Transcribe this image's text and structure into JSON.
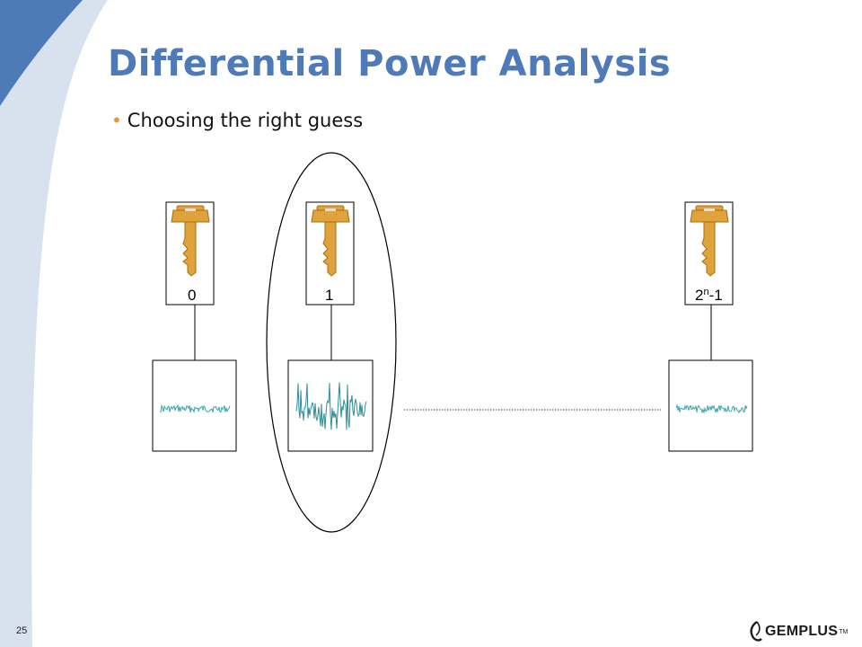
{
  "slide": {
    "title": "Differential Power Analysis",
    "bullet": "Choosing the right guess",
    "page_number": "25"
  },
  "diagram": {
    "keys": [
      {
        "label": "0",
        "highlighted": false,
        "trace": "flat"
      },
      {
        "label": "1",
        "highlighted": true,
        "trace": "peaks"
      },
      {
        "label_base": "2",
        "label_sup": "n",
        "label_tail": "-1",
        "highlighted": false,
        "trace": "flat"
      }
    ],
    "key_icon": "key-icon",
    "key_color": "#e0a23a",
    "trace_color": "#3aa6ac",
    "highlight_shape": "ellipse"
  },
  "logo": {
    "text": "GEMPLUS",
    "tm": "TM",
    "icon": "gemplus-logo-icon"
  },
  "colors": {
    "title": "#4f7ab8",
    "bullet": "#e39b29",
    "corner_dark": "#4f7ab8",
    "corner_light": "#d8e2ef"
  }
}
